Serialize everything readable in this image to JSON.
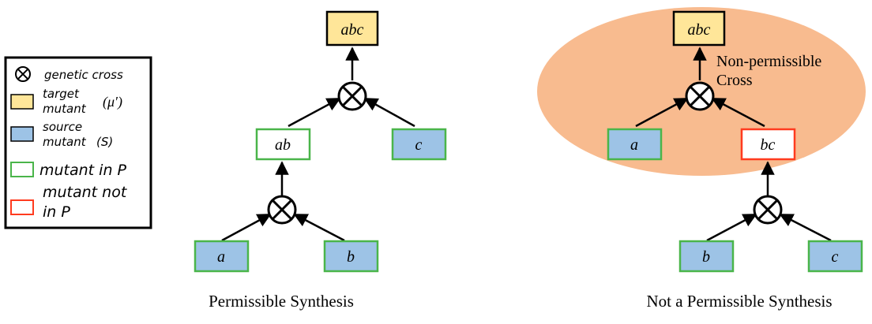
{
  "legend": {
    "cross_label": "genetic cross",
    "target_label_1": "target",
    "target_label_2": "mutant",
    "target_symbol": "(μ′)",
    "source_label_1": "source",
    "source_label_2": "mutant",
    "source_symbol": "(S)",
    "in_p_label": "mutant in P",
    "not_in_p_label_1": "mutant not",
    "not_in_p_label_2": "in P"
  },
  "left_diagram": {
    "target_node": "abc",
    "mid_node": "ab",
    "right_node": "c",
    "bottom_left_node": "a",
    "bottom_right_node": "b",
    "caption": "Permissible Synthesis"
  },
  "right_diagram": {
    "target_node": "abc",
    "region_label_1": "Non-permissible",
    "region_label_2": "Cross",
    "left_node": "a",
    "mid_node": "bc",
    "bottom_left_node": "b",
    "bottom_right_node": "c",
    "caption": "Not a Permissible Synthesis"
  },
  "colors": {
    "target_fill": "#ffe699",
    "source_fill": "#9dc3e6",
    "in_p_border": "#4ab54a",
    "not_in_p_border": "#ff3b1f",
    "region_fill": "#f8bb8f"
  }
}
